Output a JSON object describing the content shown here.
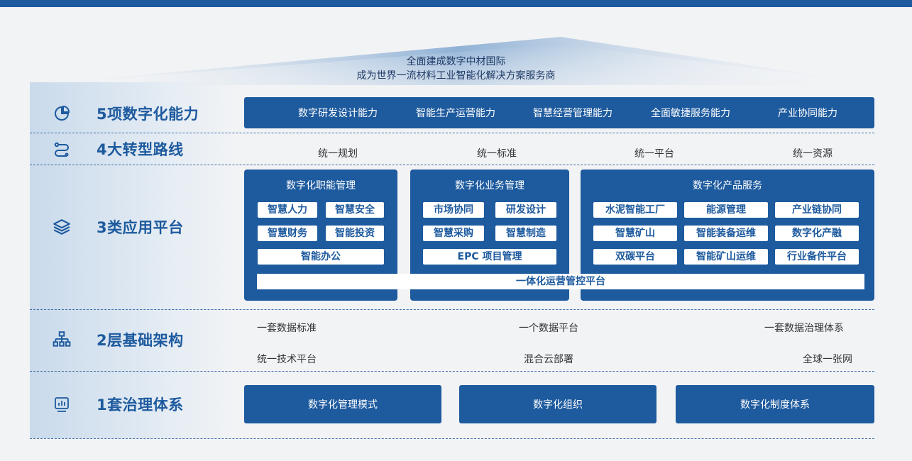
{
  "slogan": {
    "line1": "全面建成数字中材国际",
    "line2": "成为世界一流材料工业智能化解决方案服务商"
  },
  "rows": {
    "r5": {
      "label": "5项数字化能力",
      "icon": "pie-chart-icon"
    },
    "r4": {
      "label": "4大转型路线",
      "icon": "route-icon"
    },
    "r3": {
      "label": "3类应用平台",
      "icon": "layers-icon"
    },
    "r2": {
      "label": "2层基础架构",
      "icon": "hierarchy-icon"
    },
    "r1": {
      "label": "1套治理体系",
      "icon": "monitor-chart-icon"
    }
  },
  "capabilities": [
    "数字研发设计能力",
    "智能生产运营能力",
    "智慧经营管理能力",
    "全面敏捷服务能力",
    "产业协同能力"
  ],
  "routes": [
    "统一规划",
    "统一标准",
    "统一平台",
    "统一资源"
  ],
  "platforms": {
    "functional": {
      "title": "数字化职能管理",
      "items": [
        "智慧人力",
        "智慧安全",
        "智慧财务",
        "智能投资",
        "智能办公"
      ]
    },
    "business": {
      "title": "数字化业务管理",
      "items": [
        "市场协同",
        "研发设计",
        "智慧采购",
        "智慧制造",
        "EPC 项目管理"
      ]
    },
    "product": {
      "title": "数字化产品服务",
      "items": [
        "水泥智能工厂",
        "能源管理",
        "产业链协同",
        "智慧矿山",
        "智能装备运维",
        "数字化产融",
        "双碳平台",
        "智能矿山运维",
        "行业备件平台"
      ]
    },
    "integrated": "一体化运营管控平台"
  },
  "infrastructure": {
    "row1": [
      "一套数据标准",
      "一个数据平台",
      "一套数据治理体系"
    ],
    "row2": [
      "统一技术平台",
      "混合云部署",
      "全球一张网"
    ]
  },
  "governance": [
    "数字化管理模式",
    "数字化组织",
    "数字化制度体系"
  ],
  "colors": {
    "primary": "#1d5a9e",
    "background": "#f2f3f5",
    "sidebar": "#c9daeb"
  }
}
